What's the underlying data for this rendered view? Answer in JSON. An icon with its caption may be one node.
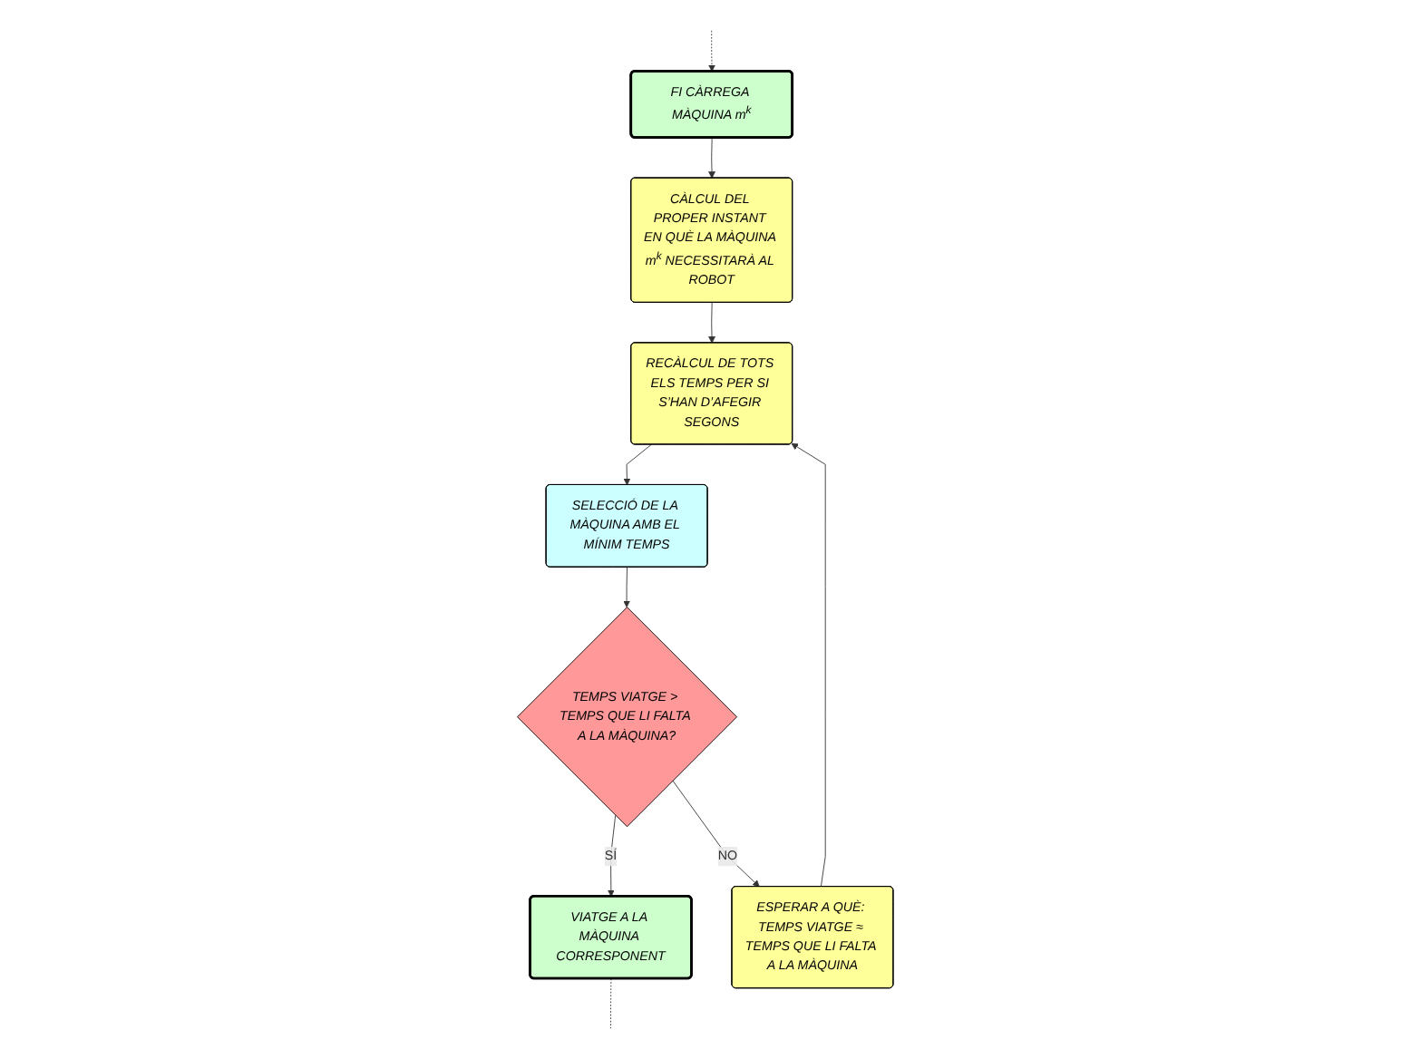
{
  "diagram": {
    "nodes": [
      {
        "text": [
          "FI CÀRREGA MÀQUINA m$^{k}$"
        ]
      },
      {
        "text": [
          "CÀLCUL DEL PROPER INSTANT EN QUÈ LA MÀQUINA m$^{k}$ NECESSITARÀ AL ROBOT"
        ]
      },
      {
        "text": [
          "RECÀLCUL DE TOTS ELS TEMPS PER SI S’HAN D’AFEGIR SEGONS"
        ]
      },
      {
        "text": [
          "SELECCIÓ DE LA MÀQUINA AMB EL MÍNIM TEMPS"
        ]
      },
      {
        "text": [
          "TEMPS VIATGE > TEMPS QUE LI FALTA A LA MÀQUINA?"
        ]
      },
      {
        "text": [
          "ESPERAR A QUÈ: TEMPS VIATGE ≈ TEMPS QUE LI FALTA A LA MÀQUINA"
        ]
      },
      {
        "text": [
          "VIATGE A LA MÀQUINA CORRESPONENT"
        ]
      }
    ],
    "edges": [
      {
        "from": null,
        "to": 0,
        "arrow": "to",
        "style": "dashed"
      },
      {
        "from": 0,
        "to": 1,
        "arrow": "to"
      },
      {
        "from": 1,
        "to": 2,
        "arrow": "to"
      },
      {
        "from": 2,
        "to": 3,
        "arrow": "to"
      },
      {
        "from": 3,
        "to": 4,
        "arrow": "to"
      },
      {
        "from": 4,
        "to": 6,
        "arrow": "to",
        "label": "SÍ"
      },
      {
        "from": 4,
        "to": 5,
        "arrow": "to",
        "label": "NO"
      },
      {
        "from": 5,
        "to": 2,
        "arrow": "to"
      },
      {
        "from": 6,
        "to": null,
        "arrow": "none",
        "style": "dashed"
      }
    ]
  }
}
